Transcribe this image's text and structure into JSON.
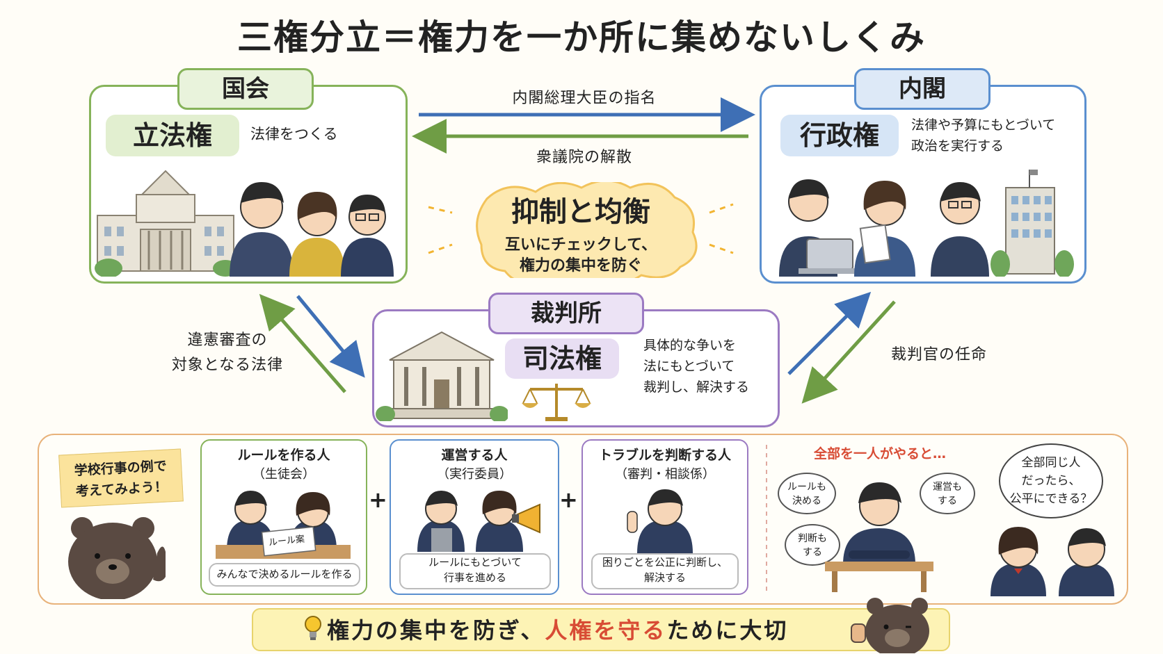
{
  "title": "三権分立＝権力を一か所に集めないしくみ",
  "kokkai": {
    "name": "国会",
    "power": "立法権",
    "desc": "法律をつくる"
  },
  "naikaku": {
    "name": "内閣",
    "power": "行政権",
    "desc_lines": [
      "法律や予算にもとづいて",
      "政治を実行する"
    ]
  },
  "saibansho": {
    "name": "裁判所",
    "power": "司法権",
    "desc_lines": [
      "具体的な争いを",
      "法にもとづいて",
      "裁判し、解決する"
    ]
  },
  "arrows": {
    "kokkai_to_naikaku": "内閣総理大臣の指名",
    "naikaku_to_kokkai": "衆議院の解散",
    "saiban_kokkai_lines": [
      "違憲審査の",
      "対象となる法律"
    ],
    "naikaku_saiban": "裁判官の任命"
  },
  "check": {
    "title": "抑制と均衡",
    "lines": [
      "互いにチェックして、",
      "権力の集中を防ぐ"
    ]
  },
  "example": {
    "note_lines": [
      "学校行事の例で",
      "考えてみよう！"
    ],
    "cards": [
      {
        "title": "ルールを作る人",
        "sub": "（生徒会）",
        "note_lines": [
          "みんなで決めるルールを作る"
        ],
        "prop": "ルール案"
      },
      {
        "title": "運営する人",
        "sub": "（実行委員）",
        "note_lines": [
          "ルールにもとづいて",
          "行事を進める"
        ]
      },
      {
        "title": "トラブルを判断する人",
        "sub": "（審判・相談係）",
        "note_lines": [
          "困りごとを公正に判断し、",
          "解決する"
        ]
      }
    ],
    "plus": "+",
    "summary_title": "全部を一人がやると…",
    "bubbles": [
      {
        "lines": [
          "ルールも",
          "決める"
        ]
      },
      {
        "lines": [
          "運営も",
          "する"
        ]
      },
      {
        "lines": [
          "判断も",
          "する"
        ]
      }
    ],
    "question_lines": [
      "全部同じ人",
      "だったら、",
      "公平にできる？"
    ]
  },
  "footer": {
    "part1": "権力の集中を防ぎ、",
    "part2": "人権を守る",
    "part3": "ために大切"
  },
  "colors": {
    "kokkai": "#86b35a",
    "naikaku": "#5a8fcf",
    "saibansho": "#9b7ac2",
    "accent": "#d84c35"
  }
}
